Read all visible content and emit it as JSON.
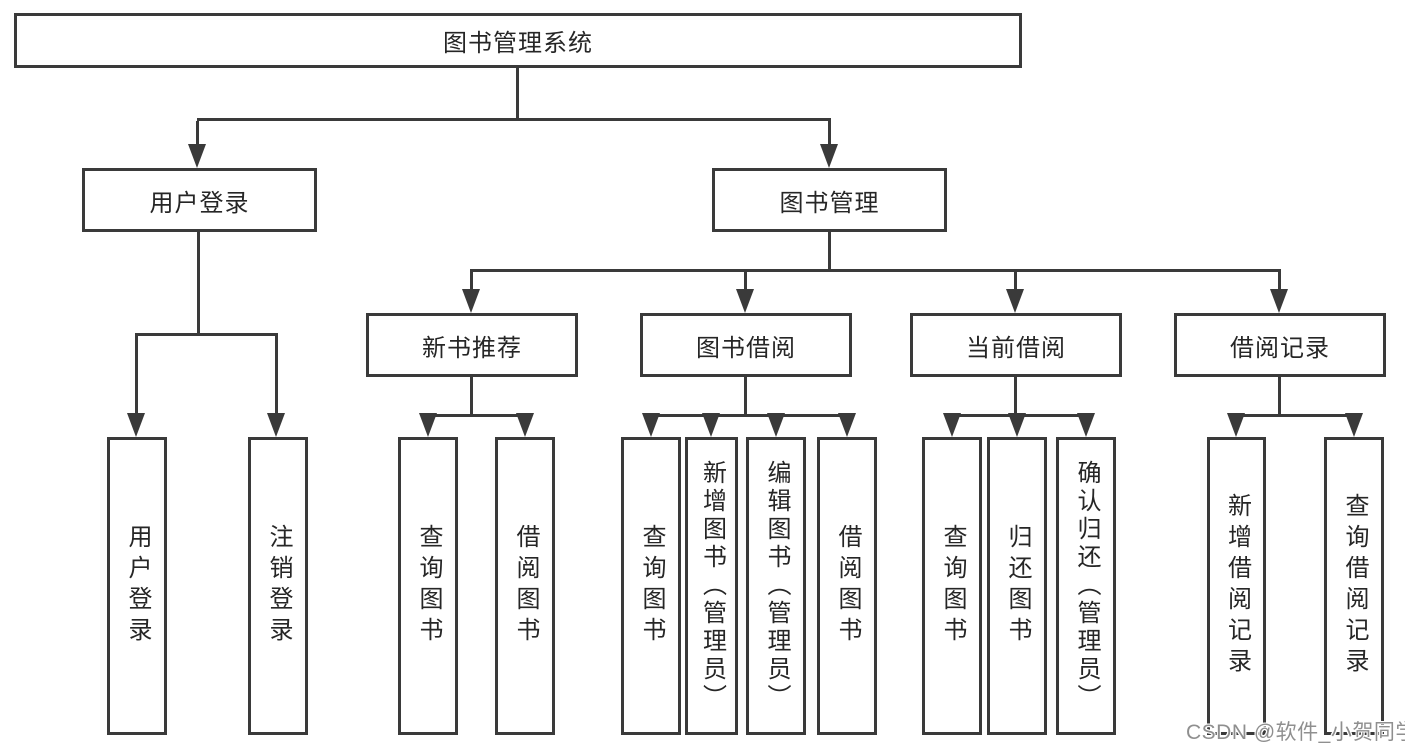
{
  "colors": {
    "line": "#3a3a3a",
    "text": "#262626",
    "watermark_text": "#8f8f8f",
    "background": "#ffffff"
  },
  "tree": {
    "root": {
      "label": "图书管理系统",
      "children": [
        {
          "label": "用户登录",
          "children": [
            {
              "label": "用户登录"
            },
            {
              "label": "注销登录"
            }
          ]
        },
        {
          "label": "图书管理",
          "children": [
            {
              "label": "新书推荐",
              "children": [
                {
                  "label": "查询图书"
                },
                {
                  "label": "借阅图书"
                }
              ]
            },
            {
              "label": "图书借阅",
              "children": [
                {
                  "label": "查询图书"
                },
                {
                  "label": "新增图书（管理员）"
                },
                {
                  "label": "编辑图书（管理员）"
                },
                {
                  "label": "借阅图书"
                }
              ]
            },
            {
              "label": "当前借阅",
              "children": [
                {
                  "label": "查询图书"
                },
                {
                  "label": "归还图书"
                },
                {
                  "label": "确认归还（管理员）"
                }
              ]
            },
            {
              "label": "借阅记录",
              "children": [
                {
                  "label": "新增借阅记录"
                },
                {
                  "label": "查询借阅记录"
                }
              ]
            }
          ]
        }
      ]
    }
  },
  "watermark": {
    "text": "CSDN @软件_小贺同学"
  }
}
